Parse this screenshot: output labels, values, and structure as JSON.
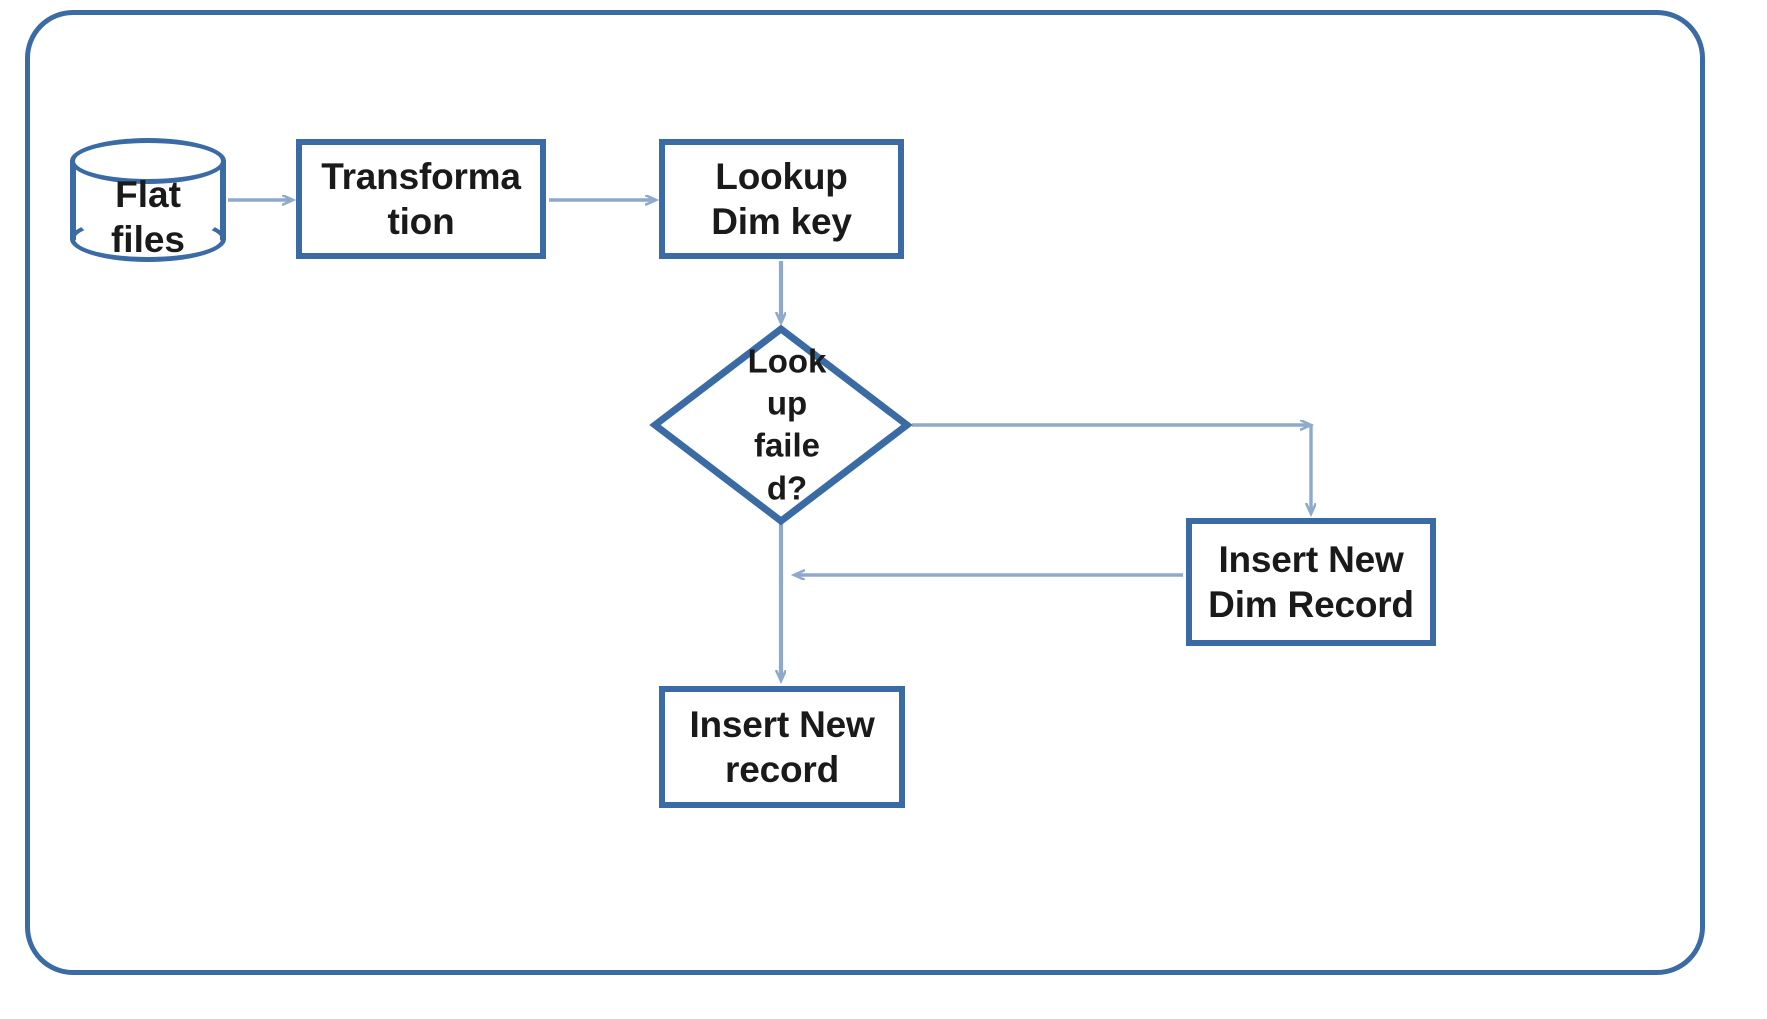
{
  "diagram": {
    "title": "ETL dimension lookup flowchart",
    "colors": {
      "shape_border": "#3a6ba5",
      "connector": "#8fa9cc",
      "frame_border": "#3a6ba5",
      "text": "#1a1a1a",
      "background": "#ffffff"
    },
    "nodes": [
      {
        "id": "flat-files",
        "type": "cylinder",
        "label": "Flat\nfiles"
      },
      {
        "id": "transformation",
        "type": "process",
        "label": "Transforma\ntion"
      },
      {
        "id": "lookup-dim-key",
        "type": "process",
        "label": "Lookup\nDim key"
      },
      {
        "id": "lookup-failed",
        "type": "decision",
        "label": "Look\nup\nfaile\nd?"
      },
      {
        "id": "insert-new-dim",
        "type": "process",
        "label": "Insert New\nDim Record"
      },
      {
        "id": "insert-new-record",
        "type": "process",
        "label": "Insert New\nrecord"
      }
    ],
    "edges": [
      {
        "id": "e1",
        "from": "flat-files",
        "to": "transformation",
        "label": ""
      },
      {
        "id": "e2",
        "from": "transformation",
        "to": "lookup-dim-key",
        "label": ""
      },
      {
        "id": "e3",
        "from": "lookup-dim-key",
        "to": "lookup-failed",
        "label": ""
      },
      {
        "id": "e4",
        "from": "lookup-failed",
        "to": "insert-new-dim",
        "label": ""
      },
      {
        "id": "e5",
        "from": "insert-new-dim",
        "to": "insert-new-record",
        "label": ""
      },
      {
        "id": "e6",
        "from": "lookup-failed",
        "to": "insert-new-record",
        "label": ""
      }
    ]
  }
}
